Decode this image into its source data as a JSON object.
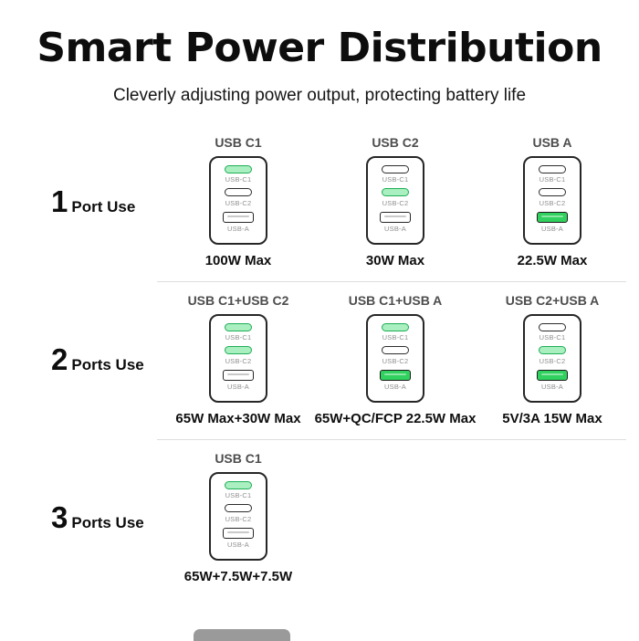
{
  "header": {
    "title": "Smart Power Distribution",
    "subtitle": "Cleverly adjusting power output, protecting battery life"
  },
  "colors": {
    "active_green": "#30d15e",
    "active_green_light": "#a9efbf",
    "charger_outline": "#262626",
    "divider": "#dddddd"
  },
  "port_labels": {
    "c1": "USB-C1",
    "c2": "USB-C2",
    "a": "USB-A"
  },
  "rows": [
    {
      "number": "1",
      "label": "Port Use",
      "chargers": [
        {
          "title": "USB C1",
          "active_ports": [
            "USB-C1"
          ],
          "power": "100W Max"
        },
        {
          "title": "USB C2",
          "active_ports": [
            "USB-C2"
          ],
          "power": "30W Max"
        },
        {
          "title": "USB A",
          "active_ports": [
            "USB-A"
          ],
          "power": "22.5W Max"
        }
      ]
    },
    {
      "number": "2",
      "label": "Ports Use",
      "chargers": [
        {
          "title": "USB C1+USB C2",
          "active_ports": [
            "USB-C1",
            "USB-C2"
          ],
          "power": "65W Max+30W Max"
        },
        {
          "title": "USB C1+USB A",
          "active_ports": [
            "USB-C1",
            "USB-A"
          ],
          "power": "65W+QC/FCP 22.5W Max"
        },
        {
          "title": "USB C2+USB A",
          "active_ports": [
            "USB-C2",
            "USB-A"
          ],
          "power": "5V/3A 15W Max"
        }
      ]
    },
    {
      "number": "3",
      "label": "Ports Use",
      "chargers": [
        {
          "title": "USB C1",
          "active_ports": [
            "USB-C1"
          ],
          "power": "65W+7.5W+7.5W"
        }
      ]
    }
  ]
}
